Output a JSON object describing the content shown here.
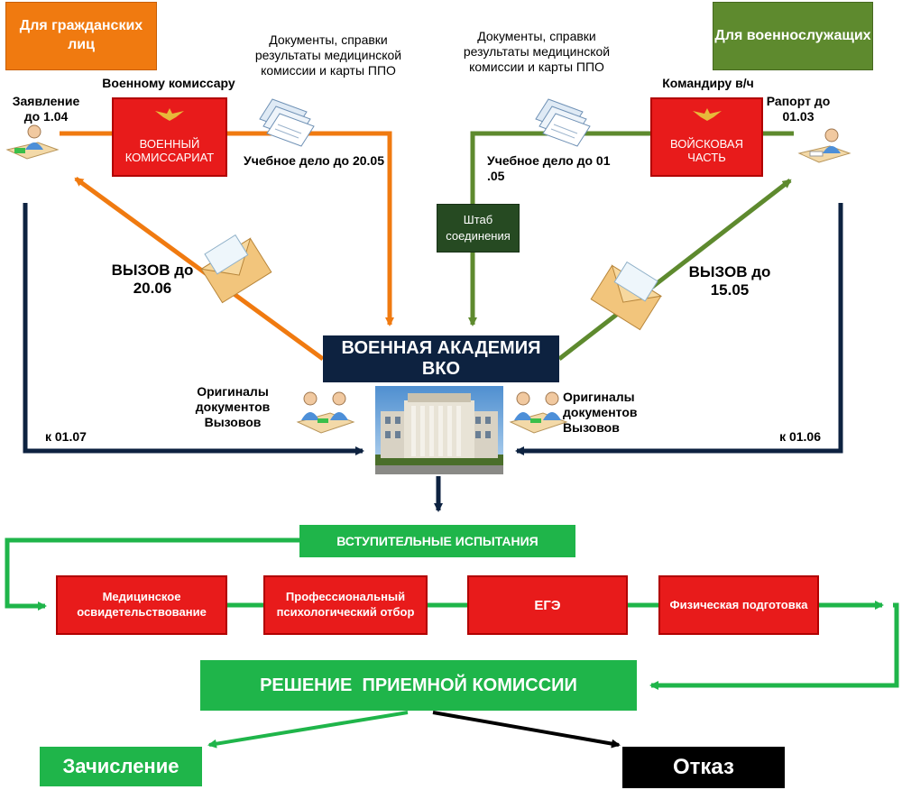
{
  "colors": {
    "civil": "#f07a10",
    "military": "#5e8a2e",
    "navy": "#0d2240",
    "red": "#e81b1b",
    "green": "#1fb54a",
    "black": "#000000"
  },
  "icons": {
    "envelope_left": "envelope-icon",
    "envelope_right": "envelope-icon",
    "documents_left": "documents-stack-icon",
    "documents_right": "documents-stack-icon",
    "person_left": "person-at-desk-icon",
    "person_right": "person-at-desk-icon",
    "meeting_left": "two-people-meeting-icon",
    "meeting_right": "two-people-meeting-icon",
    "emblem": "double-headed-eagle-emblem-icon",
    "building": "academy-building-photo"
  },
  "civil": {
    "header": "Для гражданских лиц",
    "application": "Заявление до 1.04",
    "to_commissar": "Военному комиссару",
    "office": "ВОЕННЫЙ КОМИССАРИАТ",
    "documents": "Документы, справки результаты медицинской комиссии и карты ППО",
    "file": "Учебное дело до 20.05",
    "call": "ВЫЗОВ до 20.06",
    "originals": "Оригиналы документов Вызовов",
    "deadline": "к 01.07"
  },
  "military": {
    "header": "Для военнослужащих",
    "report": "Рапорт до 01.03",
    "to_commander": "Командиру в/ч",
    "office": "ВОЙСКОВАЯ ЧАСТЬ",
    "documents": "Документы, справки результаты медицинской комиссии и карты ППО",
    "file": "Учебное дело до 01 .05",
    "hq": "Штаб соединения",
    "call": "ВЫЗОВ до 15.05",
    "originals": "Оригиналы документов Вызовов",
    "deadline": "к 01.06"
  },
  "academy": {
    "title": "ВОЕННАЯ АКАДЕМИЯ ВКО"
  },
  "exams": {
    "title": "ВСТУПИТЕЛЬНЫЕ ИСПЫТАНИЯ",
    "items": [
      "Медицинское освидетельствование",
      "Профессиональный психологический отбор",
      "ЕГЭ",
      "Физическая подготовка"
    ]
  },
  "decision": "РЕШЕНИЕ  ПРИЕМНОЙ КОМИССИИ",
  "outcomes": {
    "accept": "Зачисление",
    "reject": "Отказ"
  }
}
